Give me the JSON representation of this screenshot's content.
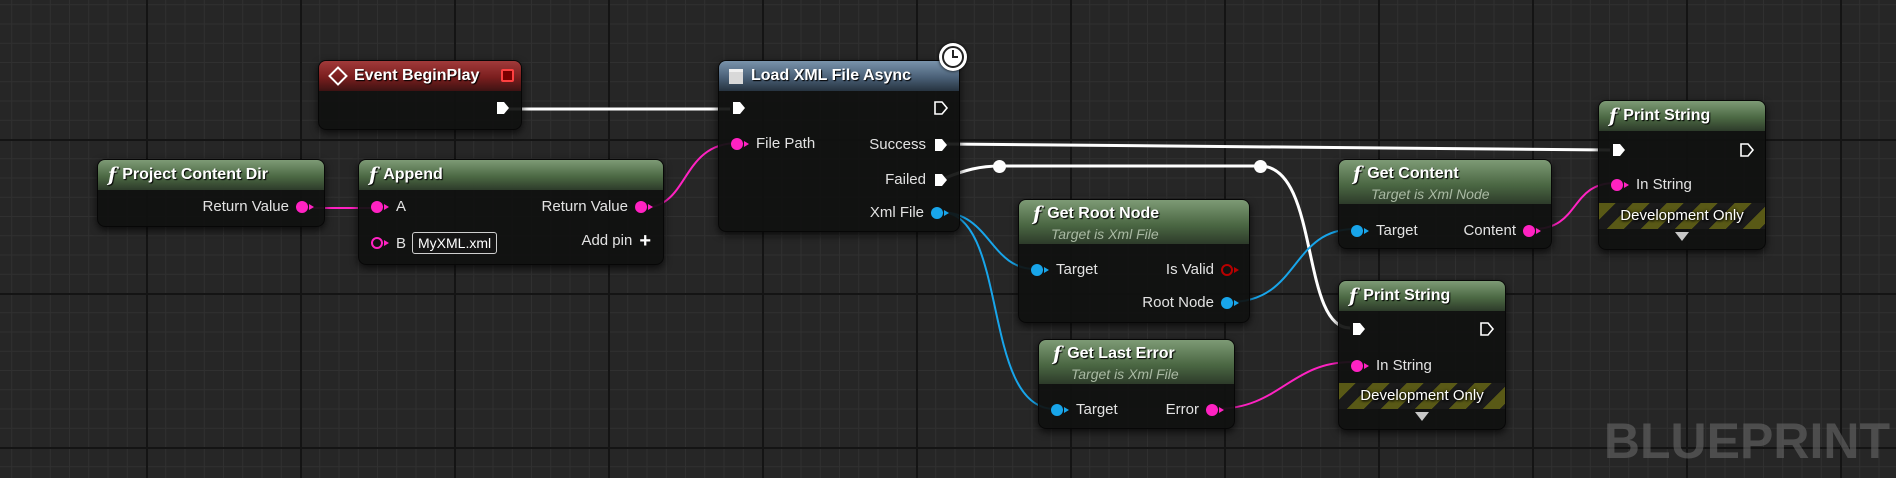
{
  "graph": {
    "watermark": "BLUEPRINT",
    "colors": {
      "string_pin": "#ff22c2",
      "object_pin": "#18a5ea",
      "bool_pin": "#b80000",
      "exec_pin": "#ffffff"
    }
  },
  "nodes": {
    "event_begin_play": {
      "title": "Event BeginPlay"
    },
    "project_content_dir": {
      "title": "Project Content Dir",
      "return_value": "Return Value"
    },
    "append": {
      "title": "Append",
      "pin_a": "A",
      "pin_b": "B",
      "b_value": "MyXML.xml",
      "return_value": "Return Value",
      "add_pin": "Add pin"
    },
    "load_xml": {
      "title": "Load XML File Async",
      "file_path": "File Path",
      "success": "Success",
      "failed": "Failed",
      "xml_file": "Xml File"
    },
    "get_root_node": {
      "title": "Get Root Node",
      "subtitle": "Target is Xml File",
      "target": "Target",
      "is_valid": "Is Valid",
      "root_node": "Root Node"
    },
    "get_last_error": {
      "title": "Get Last Error",
      "subtitle": "Target is Xml File",
      "target": "Target",
      "error": "Error"
    },
    "get_content": {
      "title": "Get Content",
      "subtitle": "Target is Xml Node",
      "target": "Target",
      "content": "Content"
    },
    "print_string_top": {
      "title": "Print String",
      "in_string": "In String",
      "dev_only": "Development Only"
    },
    "print_string_bottom": {
      "title": "Print String",
      "in_string": "In String",
      "dev_only": "Development Only"
    }
  }
}
